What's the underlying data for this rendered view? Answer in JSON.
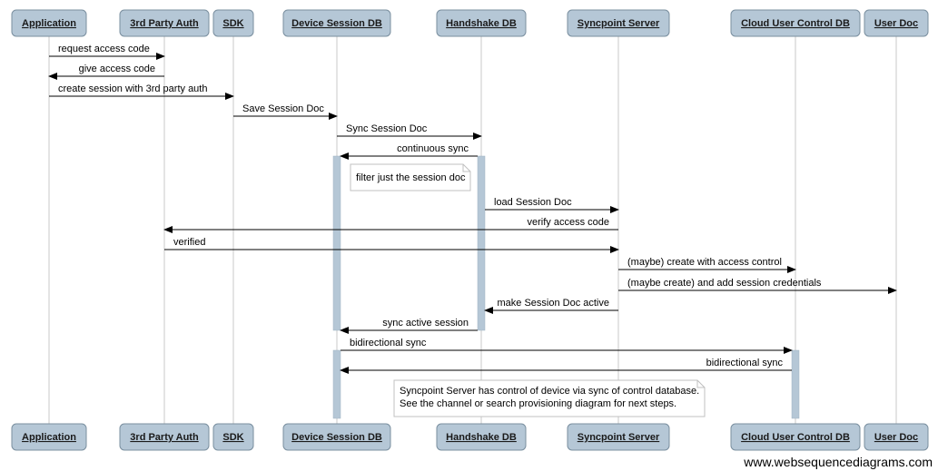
{
  "actors": [
    {
      "id": "app",
      "label": "Application"
    },
    {
      "id": "auth",
      "label": "3rd Party Auth"
    },
    {
      "id": "sdk",
      "label": "SDK"
    },
    {
      "id": "dsdb",
      "label": "Device Session DB"
    },
    {
      "id": "hsdb",
      "label": "Handshake DB"
    },
    {
      "id": "sps",
      "label": "Syncpoint Server"
    },
    {
      "id": "cucdb",
      "label": "Cloud User Control DB"
    },
    {
      "id": "udoc",
      "label": "User Doc"
    }
  ],
  "messages": [
    {
      "from": "app",
      "to": "auth",
      "label": "request access code"
    },
    {
      "from": "auth",
      "to": "app",
      "label": "give access code"
    },
    {
      "from": "app",
      "to": "sdk",
      "label": "create session with 3rd party auth"
    },
    {
      "from": "sdk",
      "to": "dsdb",
      "label": "Save Session Doc"
    },
    {
      "from": "dsdb",
      "to": "hsdb",
      "label": "Sync Session Doc"
    },
    {
      "from": "hsdb",
      "to": "dsdb",
      "label": "continuous sync"
    },
    {
      "from": "hsdb",
      "to": "sps",
      "label": "load Session Doc"
    },
    {
      "from": "sps",
      "to": "auth",
      "label": "verify access code"
    },
    {
      "from": "auth",
      "to": "sps",
      "label": "verified"
    },
    {
      "from": "sps",
      "to": "cucdb",
      "label": "(maybe) create with access control"
    },
    {
      "from": "sps",
      "to": "udoc",
      "label": "(maybe create) and add session credentials"
    },
    {
      "from": "sps",
      "to": "hsdb",
      "label": "make Session Doc active"
    },
    {
      "from": "hsdb",
      "to": "dsdb",
      "label": "sync active session"
    },
    {
      "from": "dsdb",
      "to": "cucdb",
      "label": "bidirectional sync"
    },
    {
      "from": "cucdb",
      "to": "dsdb",
      "label": "bidirectional sync"
    }
  ],
  "notes": [
    {
      "lines": [
        "filter just the session doc"
      ]
    },
    {
      "lines": [
        "Syncpoint Server has control of device via sync of control database.",
        "See the channel or search provisioning diagram for next steps."
      ]
    }
  ],
  "watermark": "www.websequencediagrams.com",
  "colors": {
    "actor_fill": "#b5c7d6",
    "actor_border": "#7a8f9f",
    "activation_fill": "#b5c7d6",
    "lifeline": "#c8c8c8",
    "line": "#000000",
    "note_fill": "#ffffff",
    "note_border": "#c0c0c0"
  }
}
